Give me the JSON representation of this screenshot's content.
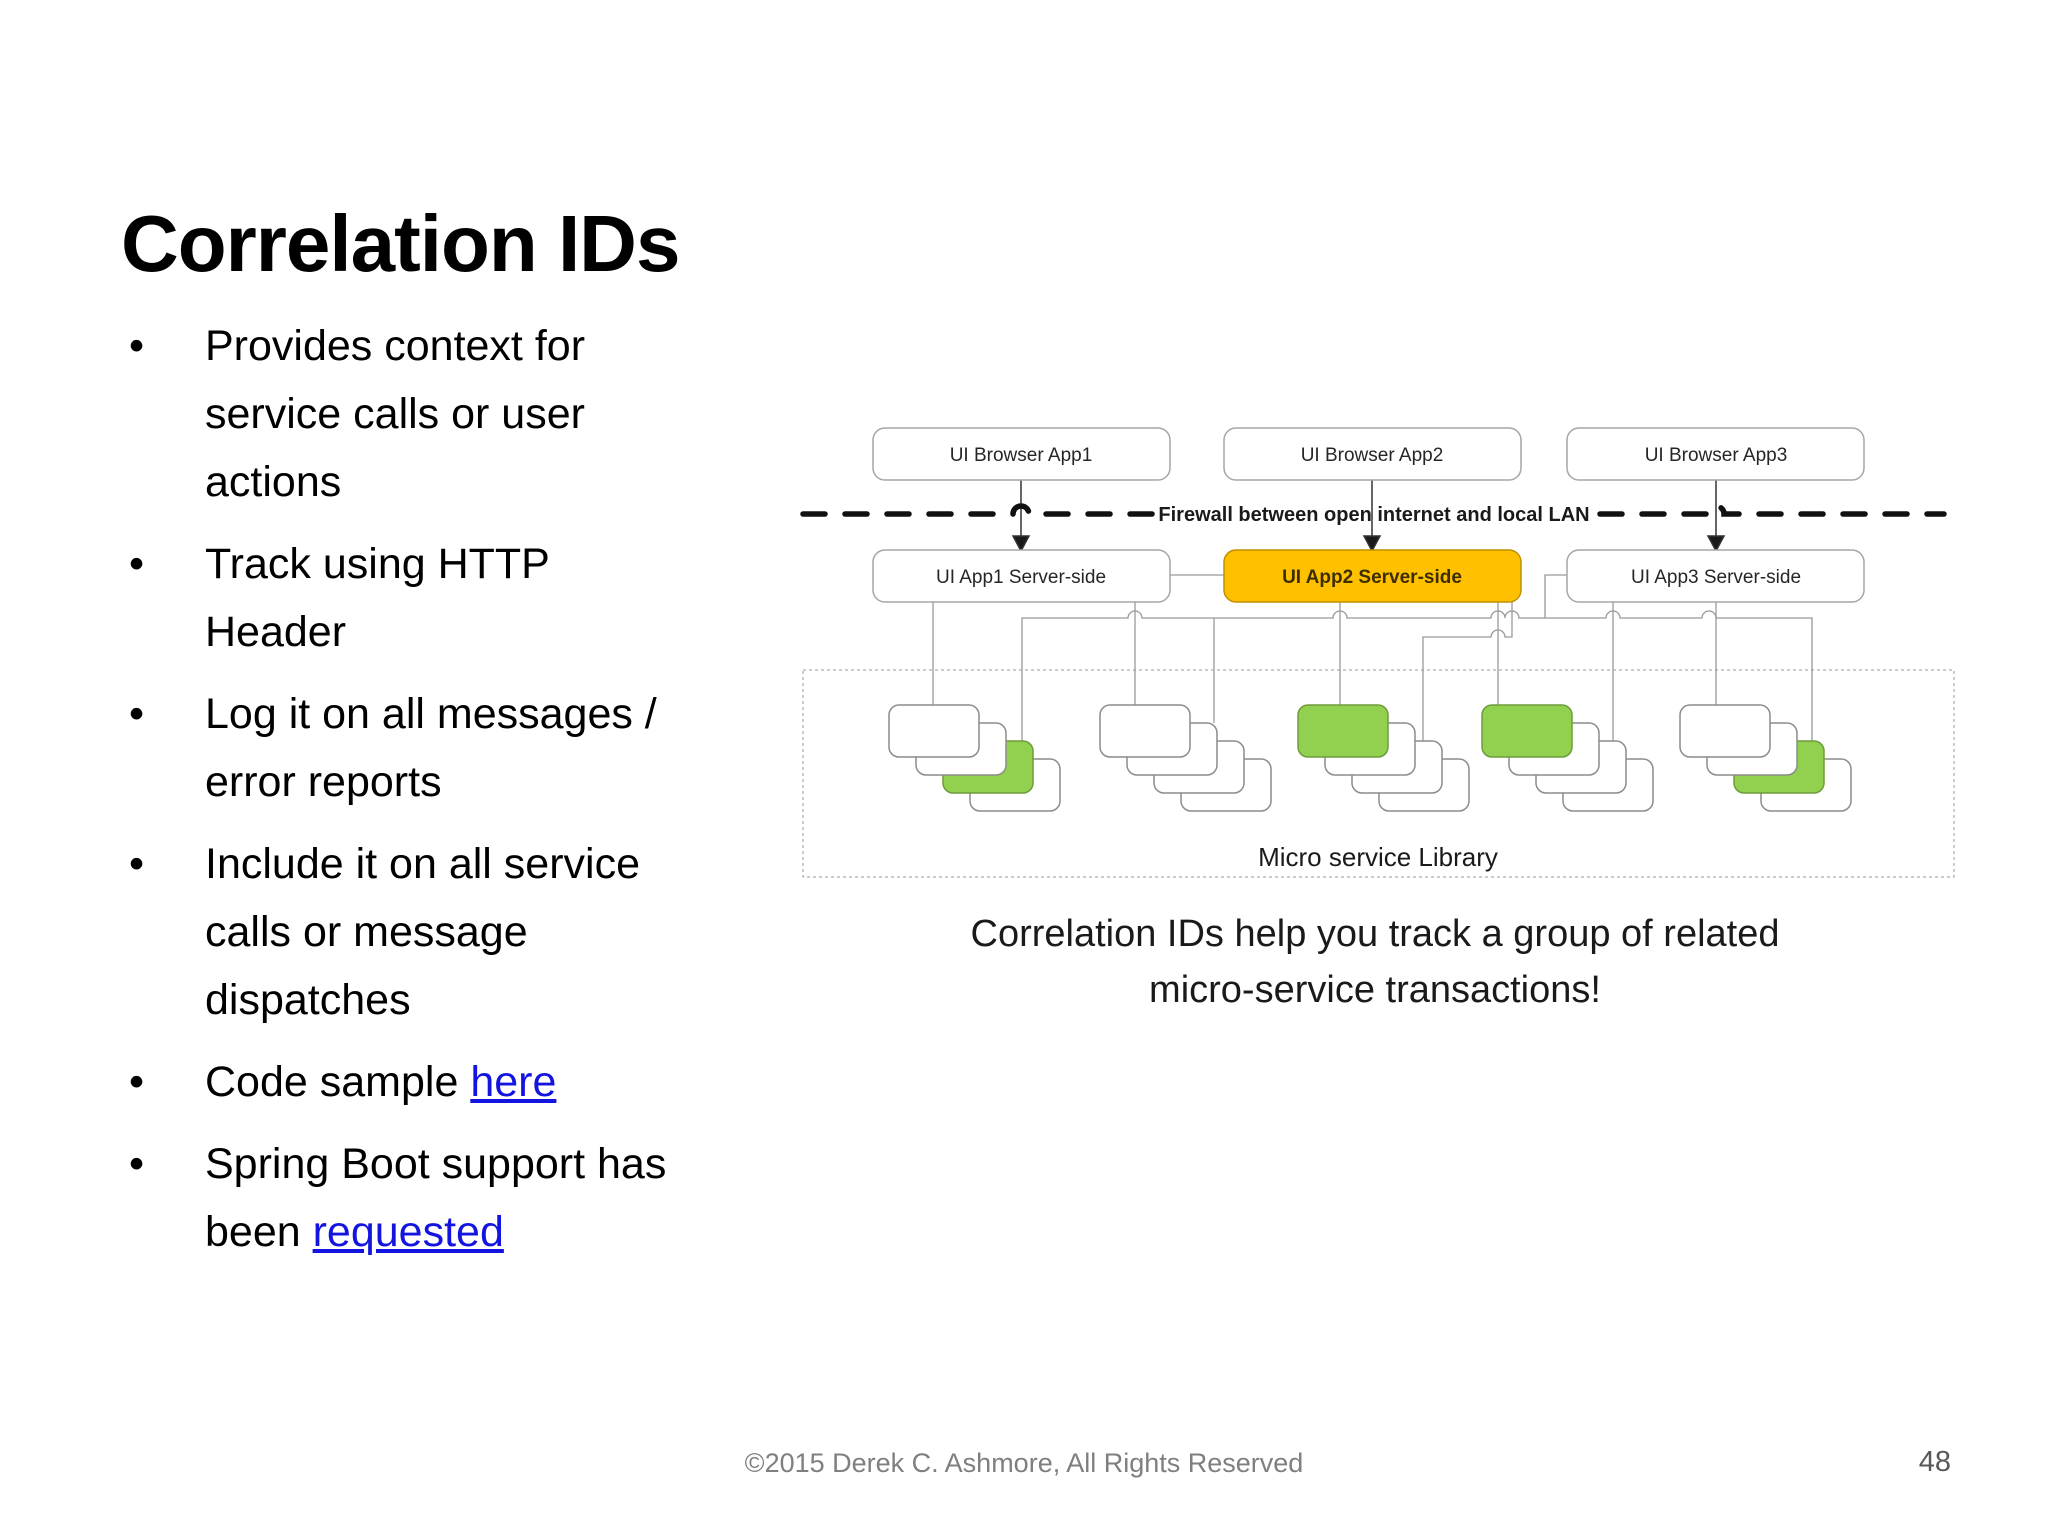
{
  "slide": {
    "title": "Correlation IDs",
    "footer": "©2015 Derek C. Ashmore, All Rights Reserved",
    "page_number": "48"
  },
  "bullets": [
    {
      "text": "Provides context for\nservice calls or user\nactions"
    },
    {
      "text": "Track using HTTP\nHeader"
    },
    {
      "text": "Log it on all messages /\nerror reports"
    },
    {
      "text": "Include it on all service\ncalls or message\ndispatches"
    },
    {
      "pre": "Code sample ",
      "link": "here"
    },
    {
      "pre": "Spring Boot support has\nbeen ",
      "link": "requested"
    }
  ],
  "diagram": {
    "browser_boxes": [
      "UI Browser App1",
      "UI Browser App2",
      "UI Browser App3"
    ],
    "firewall_label": "Firewall between open internet and local LAN",
    "server_boxes": [
      "UI App1 Server-side",
      "UI App2 Server-side",
      "UI App3 Server-side"
    ],
    "library_label": "Micro service Library",
    "caption_line1": "Correlation IDs help you track a group of related",
    "caption_line2": "micro-service transactions!"
  },
  "colors": {
    "highlight_orange": "#FFC000",
    "orange_border": "#BF9000",
    "highlight_green": "#92D050",
    "green_border": "#6E9C3A",
    "box_border": "#A6A6A6",
    "card_border": "#8C8C8C",
    "connector_gray": "#999999",
    "link_blue": "#1414E0"
  }
}
